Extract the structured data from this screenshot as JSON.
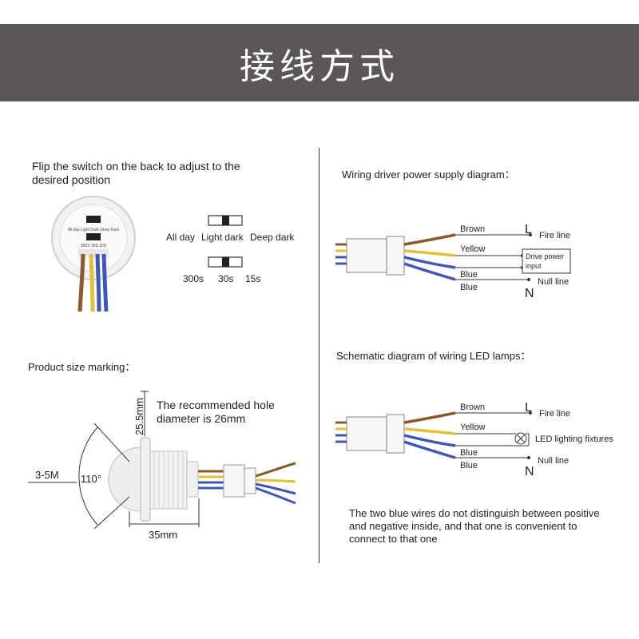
{
  "header": {
    "title": "接线方式"
  },
  "left": {
    "flip_text": "Flip the switch on the back to adjust to the desired position",
    "device_labels": {
      "light_row": "All day  Light Dark  Deep Dark",
      "time_row": "300S  30S  15S"
    },
    "light_options": [
      "All day",
      "Light dark",
      "Deep dark"
    ],
    "time_options": [
      "300s",
      "30s",
      "15s"
    ],
    "size_title": "Product size marking：",
    "hole_text": "The recommended hole diameter is 26mm",
    "dims": {
      "height": "25.5mm",
      "range": "3-5M",
      "angle": "110°",
      "width": "35mm"
    }
  },
  "driver": {
    "title": "Wiring driver power supply diagram：",
    "wires": [
      "Brown",
      "Yellow",
      "Blue",
      "Blue"
    ],
    "L": "L",
    "fire": "Fire line",
    "N": "N",
    "null": "Null line",
    "box": "Drive power input"
  },
  "led": {
    "title": "Schematic diagram of wiring LED lamps：",
    "wires": [
      "Brown",
      "Yellow",
      "Blue",
      "Blue"
    ],
    "L": "L",
    "fire": "Fire line",
    "N": "N",
    "null": "Null line",
    "fixture": "LED lighting fixtures"
  },
  "note": "The two blue wires do not distinguish between positive and negative inside, and that one is convenient to connect to that one",
  "colors": {
    "header": "#5a5756",
    "brown": "#8a5a2b",
    "yellow": "#e0c23a",
    "blue": "#3e57b8"
  }
}
